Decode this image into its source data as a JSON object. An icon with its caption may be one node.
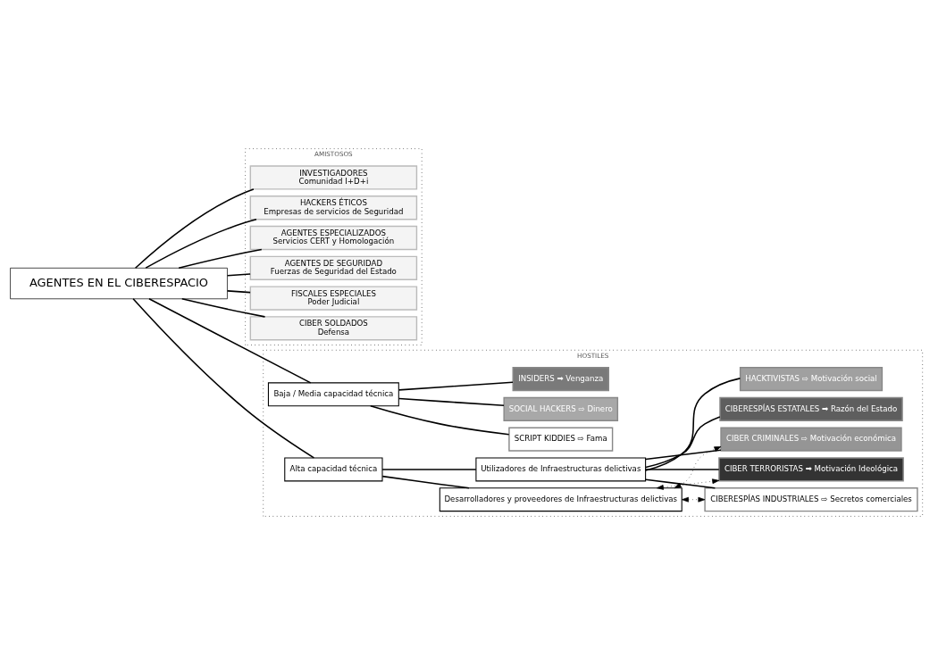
{
  "diagram": {
    "nodes": [
      {
        "text": [
          "AGENTES EN EL CIBERESPACIO"
        ]
      },
      {
        "text": [
          "AMISTOSOS"
        ]
      },
      {
        "text": [
          "INVESTIGADORES",
          "Comunidad I+D+i"
        ],
        "in": 1
      },
      {
        "text": [
          "HACKERS ÉTICOS",
          "Empresas de servicios de Seguridad"
        ],
        "in": 1
      },
      {
        "text": [
          "AGENTES ESPECIALIZADOS",
          "Servicios CERT y Homologación"
        ],
        "in": 1
      },
      {
        "text": [
          "AGENTES DE SEGURIDAD",
          "Fuerzas de Seguridad del Estado"
        ],
        "in": 1
      },
      {
        "text": [
          "FISCALES ESPECIALES",
          "Poder Judicial"
        ],
        "in": 1
      },
      {
        "text": [
          "CIBER SOLDADOS",
          "Defensa"
        ],
        "in": 1
      },
      {
        "text": [
          "HOSTILES"
        ]
      },
      {
        "text": [
          "Baja / Media capacidad técnica"
        ],
        "in": 8
      },
      {
        "text": [
          "SCRIPT KIDDIES ⇨ Fama"
        ],
        "in": 8
      },
      {
        "text": [
          "SOCIAL HACKERS ⇨ Dinero"
        ],
        "in": 8
      },
      {
        "text": [
          "INSIDERS ➡ Venganza"
        ],
        "in": 8
      },
      {
        "text": [
          "Alta capacidad técnica"
        ],
        "in": 8
      },
      {
        "text": [
          "Desarrolladores y proveedores de Infraestructuras delictivas"
        ],
        "in": 8
      },
      {
        "text": [
          "Utilizadores de Infraestructuras delictivas"
        ],
        "in": 8
      },
      {
        "text": [
          "CIBERESPÍAS ESTATALES ➡ Razón del Estado"
        ],
        "in": 8
      },
      {
        "text": [
          "CIBERESPÍAS INDUSTRIALES ⇨ Secretos comerciales"
        ],
        "in": 8
      },
      {
        "text": [
          "HACKTIVISTAS ⇨ Motivación social"
        ],
        "in": 8
      },
      {
        "text": [
          "CIBER TERRORISTAS ➡ Motivación Ideológica"
        ],
        "in": 8
      },
      {
        "text": [
          "CIBER CRIMINALES ⇨ Motivación económica"
        ],
        "in": 8
      }
    ],
    "edges": [
      {
        "from": 0,
        "to": 2,
        "arrow": "none"
      },
      {
        "from": 0,
        "to": 3,
        "arrow": "none"
      },
      {
        "from": 0,
        "to": 4,
        "arrow": "none"
      },
      {
        "from": 0,
        "to": 5,
        "arrow": "none"
      },
      {
        "from": 0,
        "to": 6,
        "arrow": "none"
      },
      {
        "from": 0,
        "to": 7,
        "arrow": "none"
      },
      {
        "from": 0,
        "to": 9,
        "arrow": "none"
      },
      {
        "from": 0,
        "to": 13,
        "arrow": "none"
      },
      {
        "from": 9,
        "to": 10,
        "arrow": "none"
      },
      {
        "from": 9,
        "to": 11,
        "arrow": "none"
      },
      {
        "from": 9,
        "to": 12,
        "arrow": "none"
      },
      {
        "from": 13,
        "to": 14,
        "arrow": "none"
      },
      {
        "from": 13,
        "to": 15,
        "arrow": "none"
      },
      {
        "from": 15,
        "to": 16,
        "arrow": "none"
      },
      {
        "from": 15,
        "to": 17,
        "arrow": "none"
      },
      {
        "from": 15,
        "to": 18,
        "arrow": "none"
      },
      {
        "from": 15,
        "to": 19,
        "arrow": "none"
      },
      {
        "from": 15,
        "to": 20,
        "arrow": "none"
      },
      {
        "from": 14,
        "to": 17,
        "arrow": "both",
        "style": "dashed"
      },
      {
        "from": 14,
        "to": 19,
        "arrow": "both",
        "style": "dashed"
      },
      {
        "from": 14,
        "to": 20,
        "arrow": "both",
        "style": "dashed"
      }
    ]
  }
}
